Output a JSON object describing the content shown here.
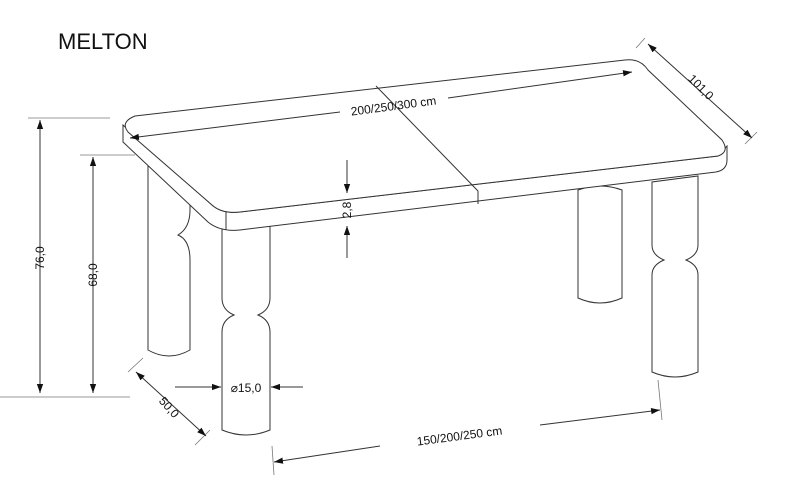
{
  "title": "MELTON",
  "dimensions": {
    "height_total": "76,0",
    "height_under_top": "68,0",
    "depth": "101,0",
    "length_top": "200/250/300 cm",
    "top_thickness": "2,8",
    "leg_depth_offset": "50,0",
    "leg_diameter": "⌀15,0",
    "length_between_legs": "150/200/250 cm"
  },
  "colors": {
    "line": "#333333",
    "background": "#ffffff"
  }
}
